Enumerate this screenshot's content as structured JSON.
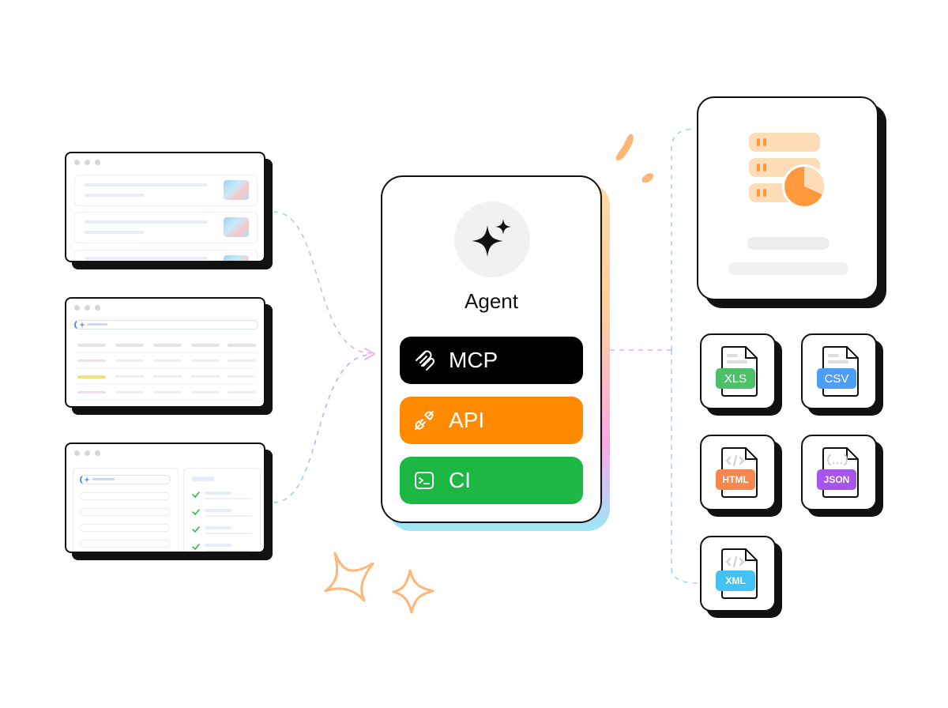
{
  "agent": {
    "title": "Agent",
    "icon": "sparkles-icon",
    "capabilities": [
      {
        "label": "MCP",
        "icon": "paperclip-icon",
        "color": "#000000"
      },
      {
        "label": "API",
        "icon": "plug-icon",
        "color": "#ff8a00"
      },
      {
        "label": "CI",
        "icon": "terminal-icon",
        "color": "#1db843"
      }
    ]
  },
  "output_formats": [
    {
      "label": "XLS",
      "color": "#4cc16a"
    },
    {
      "label": "CSV",
      "color": "#4d9ef5"
    },
    {
      "label": "HTML",
      "color": "#f5874f"
    },
    {
      "label": "JSON",
      "color": "#a655e8"
    },
    {
      "label": "XML",
      "color": "#45c2f5"
    }
  ],
  "accent_colors": {
    "sparkle": "#ffbf86",
    "connector_blue": "#a9d3f5",
    "connector_pink": "#f3b3e6",
    "connector_purple": "#c6b3f5"
  }
}
